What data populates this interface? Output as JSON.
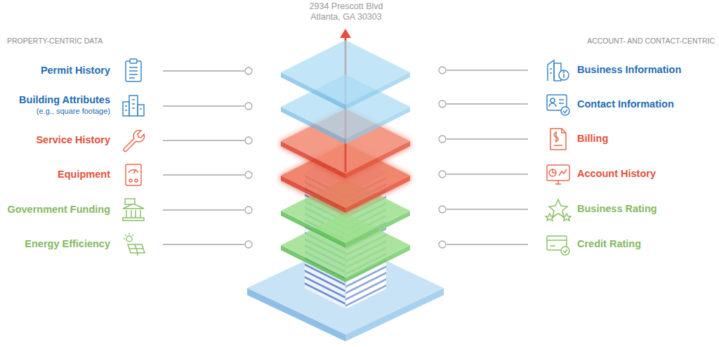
{
  "diagram": {
    "labels": [
      "2934 Prescott Blvd Atlanta, GA 30303",
      "PROPERTY-CENTRIC DATA",
      "ACCOUNT- AND CONTACT-CENTRIC",
      "Permit History",
      "Building Attributes",
      "(e.g., square footage)",
      "Service History",
      "Equipment",
      "Government Funding",
      "Energy Efficiency",
      "Business Information",
      "Contact Information",
      "Billing",
      "Account History",
      "Business Rating",
      "Credit Rating"
    ]
  }
}
